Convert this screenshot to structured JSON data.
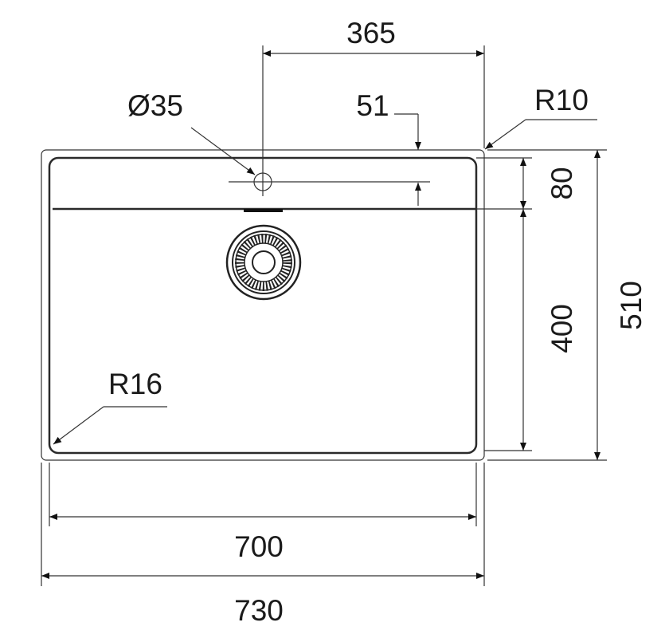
{
  "drawing": {
    "subject": "sink",
    "dimensions": {
      "tap_offset": "365",
      "tap_hole_diameter": "Ø35",
      "tap_from_edge": "51",
      "outer_corner_radius": "R10",
      "ledge_depth": "80",
      "bowl_depth": "400",
      "overall_depth": "510",
      "bowl_corner_radius": "R16",
      "bowl_width": "700",
      "overall_width": "730"
    }
  }
}
